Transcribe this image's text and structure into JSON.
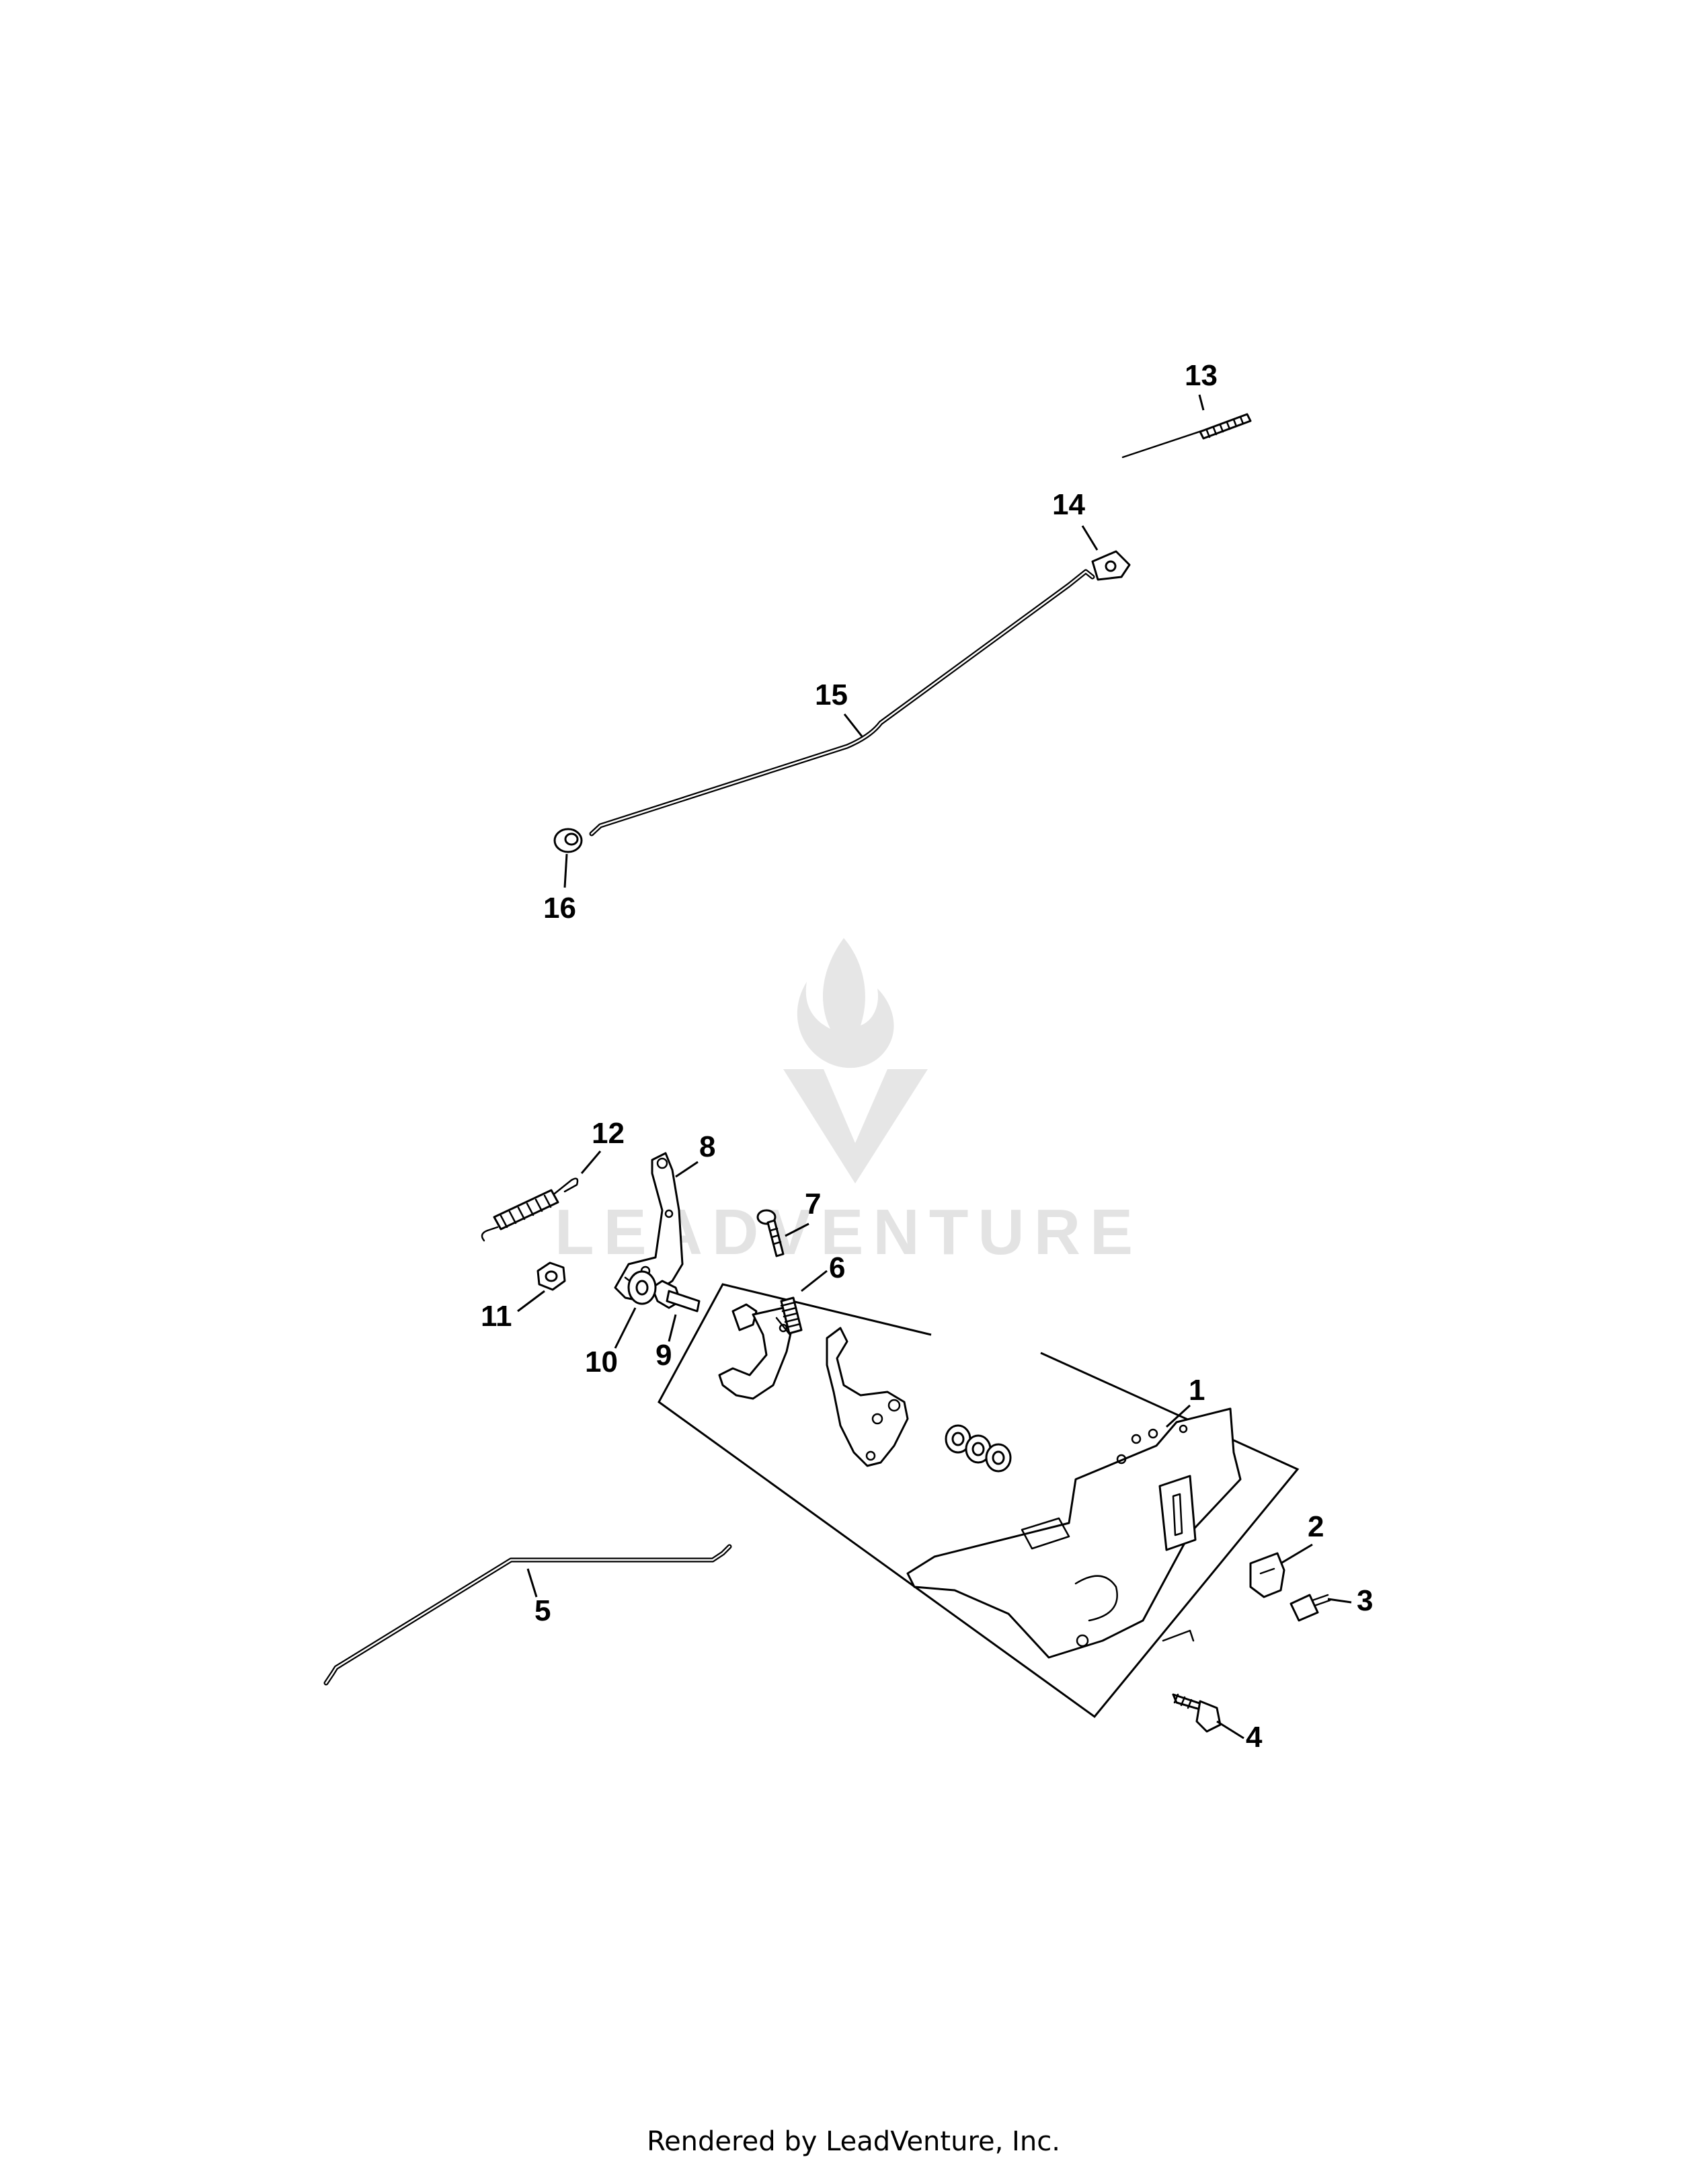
{
  "callouts": {
    "c1": "1",
    "c2": "2",
    "c3": "3",
    "c4": "4",
    "c5": "5",
    "c6": "6",
    "c7": "7",
    "c8": "8",
    "c9": "9",
    "c10": "10",
    "c11": "11",
    "c12": "12",
    "c13": "13",
    "c14": "14",
    "c15": "15",
    "c16": "16"
  },
  "watermark": {
    "text": "LEADVENTURE"
  },
  "footer": {
    "text": "Rendered by LeadVenture, Inc."
  }
}
